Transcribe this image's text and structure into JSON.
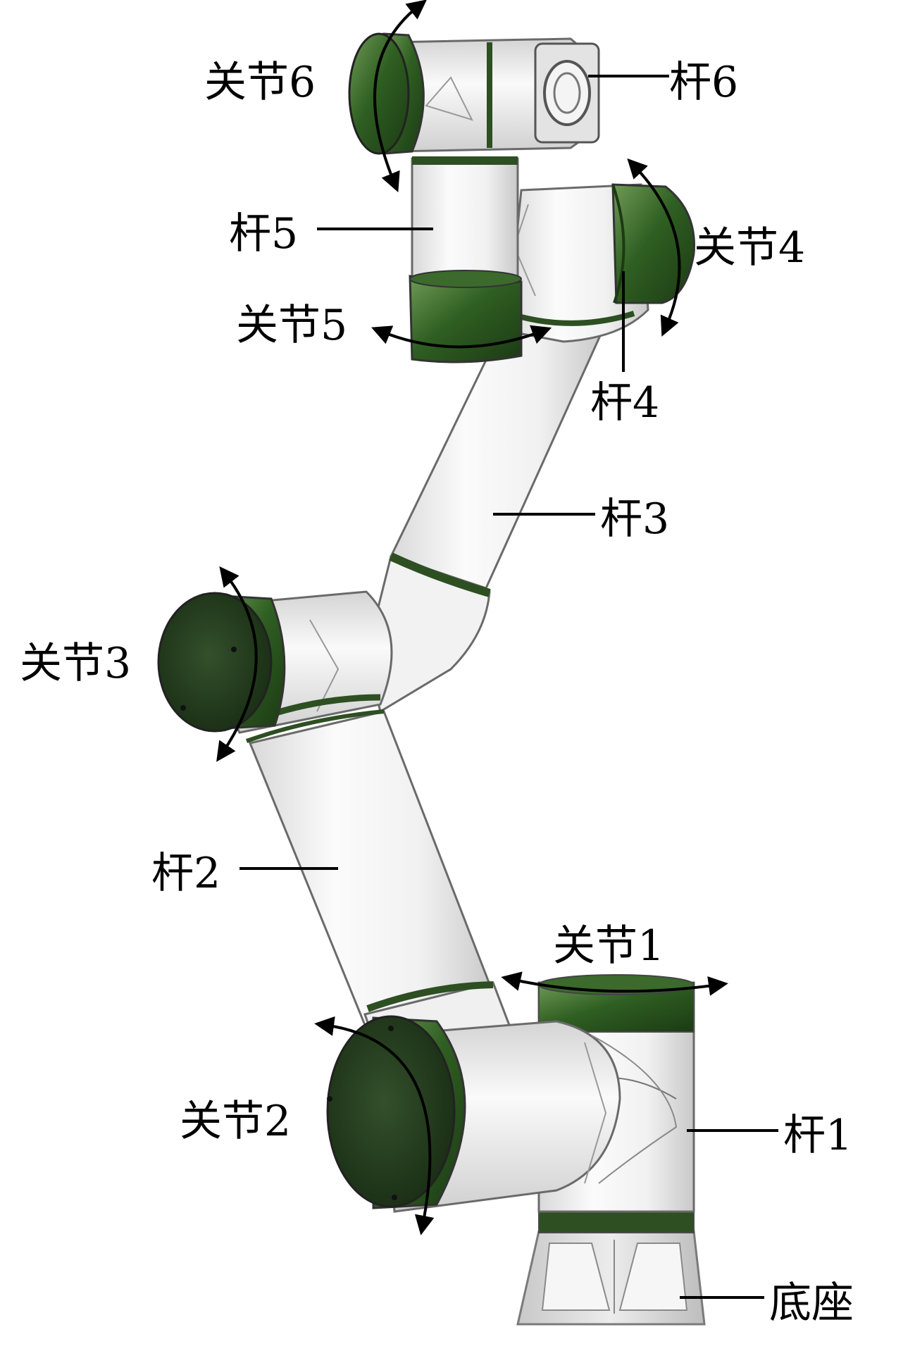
{
  "labels": {
    "joint6": "关节6",
    "link6": "杆6",
    "link5": "杆5",
    "joint4": "关节4",
    "joint5": "关节5",
    "link4": "杆4",
    "link3": "杆3",
    "joint3": "关节3",
    "link2": "杆2",
    "joint1": "关节1",
    "joint2": "关节2",
    "link1": "杆1",
    "base": "底座"
  },
  "colors": {
    "joint_green": "#2e5e22",
    "link_white": "#f3f3f3",
    "outline": "#5a5a5a",
    "base_gray": "#e0e0e0",
    "annotation": "#000000"
  }
}
